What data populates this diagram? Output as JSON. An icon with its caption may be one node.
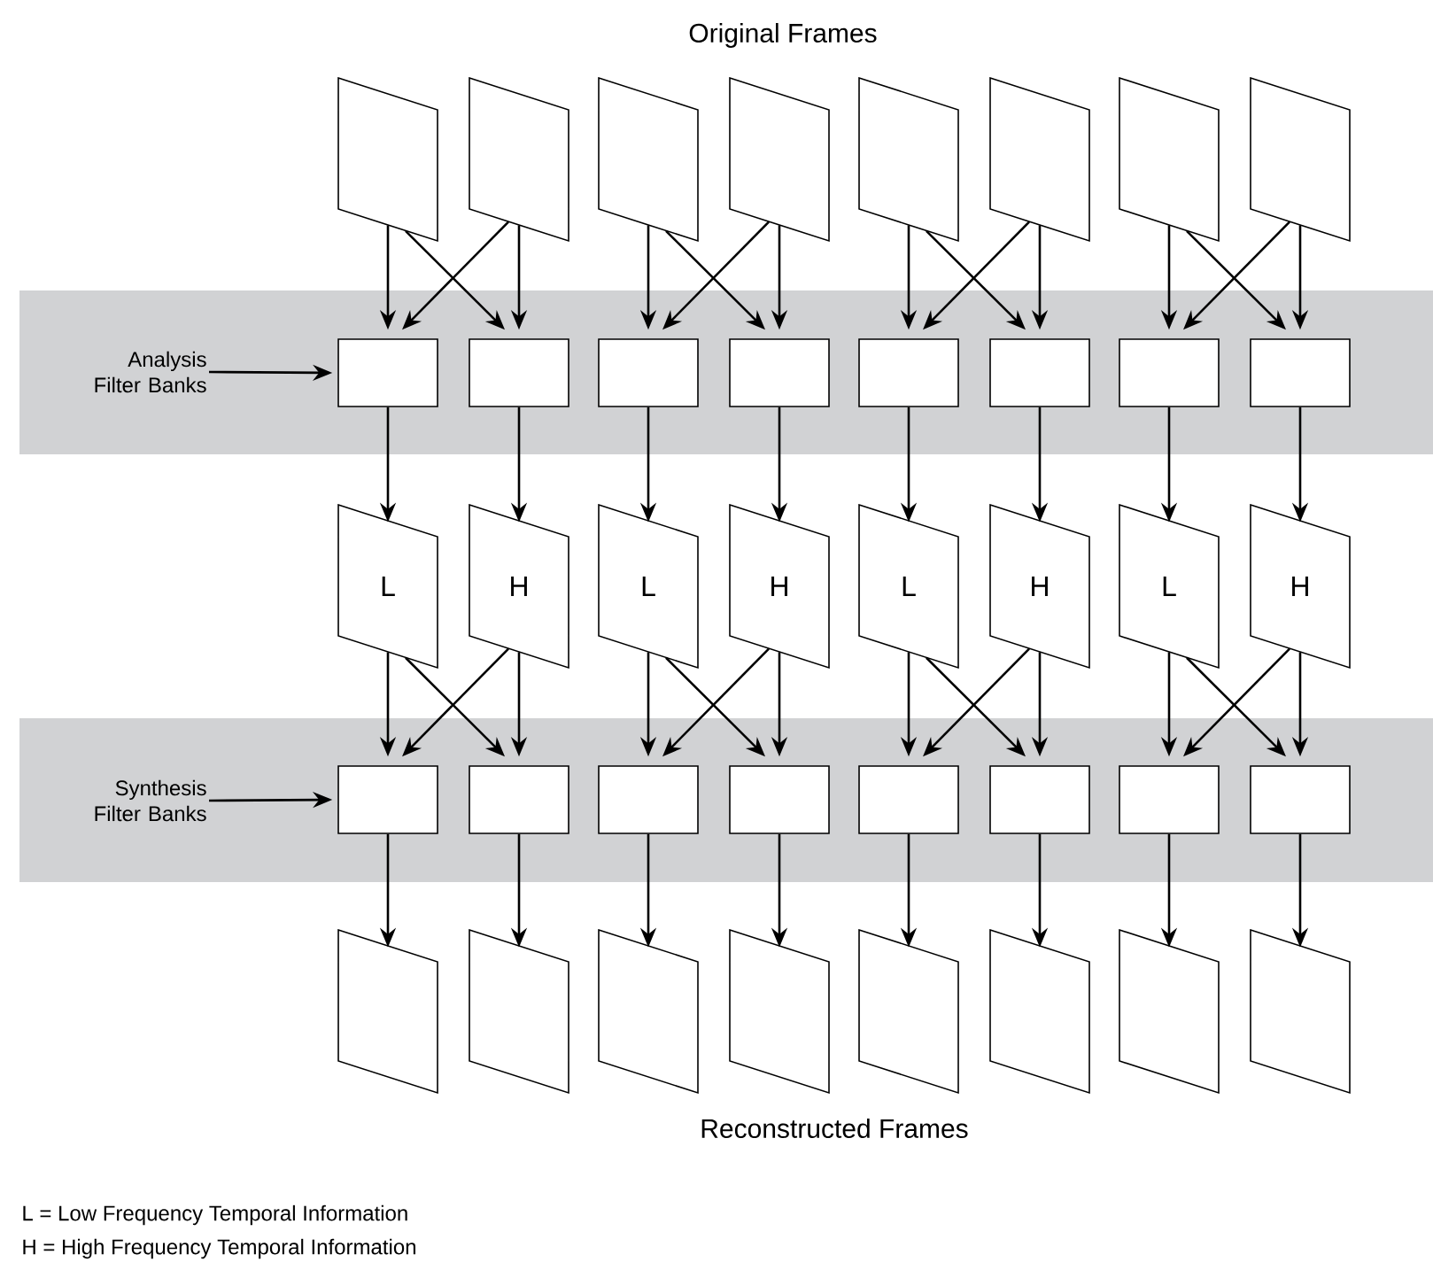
{
  "diagram": {
    "nodes": [
      {
        "text": [],
        "shape": "parallelogram"
      },
      {
        "text": [],
        "shape": "parallelogram"
      },
      {
        "text": [],
        "shape": "parallelogram"
      },
      {
        "text": [],
        "shape": "parallelogram"
      },
      {
        "text": [],
        "shape": "parallelogram"
      },
      {
        "text": [],
        "shape": "parallelogram"
      },
      {
        "text": [],
        "shape": "parallelogram"
      },
      {
        "text": [],
        "shape": "parallelogram"
      },
      {
        "text": [],
        "shape": "bar"
      },
      {
        "text": [
          "Analysis Filter Banks"
        ],
        "in": 8
      },
      {
        "text": [],
        "shape": "box",
        "in": 8
      },
      {
        "text": [],
        "shape": "box",
        "in": 8
      },
      {
        "text": [],
        "shape": "box",
        "in": 8
      },
      {
        "text": [],
        "shape": "box",
        "in": 8
      },
      {
        "text": [],
        "shape": "box",
        "in": 8
      },
      {
        "text": [],
        "shape": "box",
        "in": 8
      },
      {
        "text": [],
        "shape": "box",
        "in": 8
      },
      {
        "text": [],
        "shape": "box",
        "in": 8
      },
      {
        "text": [
          "L"
        ]
      },
      {
        "text": [
          "H"
        ]
      },
      {
        "text": [
          "L"
        ]
      },
      {
        "text": [
          "H"
        ]
      },
      {
        "text": [
          "L"
        ]
      },
      {
        "text": [
          "H"
        ]
      },
      {
        "text": [
          "L"
        ]
      },
      {
        "text": [
          "H"
        ]
      },
      {
        "text": [],
        "shape": "bar"
      },
      {
        "text": [
          "Synthesis Filter Banks"
        ],
        "in": 26
      },
      {
        "text": [],
        "shape": "box",
        "in": 26
      },
      {
        "text": [],
        "shape": "box",
        "in": 26
      },
      {
        "text": [],
        "shape": "box",
        "in": 26
      },
      {
        "text": [],
        "shape": "box",
        "in": 26
      },
      {
        "text": [],
        "shape": "box",
        "in": 26
      },
      {
        "text": [],
        "shape": "box",
        "in": 26
      },
      {
        "text": [],
        "shape": "box",
        "in": 26
      },
      {
        "text": [],
        "shape": "box",
        "in": 26
      },
      {
        "text": [],
        "shape": "parallelogram"
      },
      {
        "text": [],
        "shape": "parallelogram"
      },
      {
        "text": [],
        "shape": "parallelogram"
      },
      {
        "text": [],
        "shape": "parallelogram"
      },
      {
        "text": [],
        "shape": "parallelogram"
      },
      {
        "text": [],
        "shape": "parallelogram"
      },
      {
        "text": [],
        "shape": "parallelogram"
      },
      {
        "text": [],
        "shape": "parallelogram"
      }
    ],
    "edges": [
      {
        "from": 0,
        "to": 10,
        "arrow": "to"
      },
      {
        "from": 0,
        "to": 11,
        "arrow": "to"
      },
      {
        "from": 1,
        "to": 10,
        "arrow": "to"
      },
      {
        "from": 1,
        "to": 11,
        "arrow": "to"
      },
      {
        "from": 2,
        "to": 12,
        "arrow": "to"
      },
      {
        "from": 2,
        "to": 13,
        "arrow": "to"
      },
      {
        "from": 3,
        "to": 12,
        "arrow": "to"
      },
      {
        "from": 3,
        "to": 13,
        "arrow": "to"
      },
      {
        "from": 4,
        "to": 14,
        "arrow": "to"
      },
      {
        "from": 4,
        "to": 15,
        "arrow": "to"
      },
      {
        "from": 5,
        "to": 14,
        "arrow": "to"
      },
      {
        "from": 5,
        "to": 15,
        "arrow": "to"
      },
      {
        "from": 6,
        "to": 16,
        "arrow": "to"
      },
      {
        "from": 6,
        "to": 17,
        "arrow": "to"
      },
      {
        "from": 7,
        "to": 16,
        "arrow": "to"
      },
      {
        "from": 7,
        "to": 17,
        "arrow": "to"
      },
      {
        "from": 9,
        "to": 10,
        "arrow": "to"
      },
      {
        "from": 10,
        "to": 18,
        "arrow": "to"
      },
      {
        "from": 11,
        "to": 19,
        "arrow": "to"
      },
      {
        "from": 12,
        "to": 20,
        "arrow": "to"
      },
      {
        "from": 13,
        "to": 21,
        "arrow": "to"
      },
      {
        "from": 14,
        "to": 22,
        "arrow": "to"
      },
      {
        "from": 15,
        "to": 23,
        "arrow": "to"
      },
      {
        "from": 16,
        "to": 24,
        "arrow": "to"
      },
      {
        "from": 17,
        "to": 25,
        "arrow": "to"
      },
      {
        "from": 18,
        "to": 28,
        "arrow": "to"
      },
      {
        "from": 18,
        "to": 29,
        "arrow": "to"
      },
      {
        "from": 19,
        "to": 28,
        "arrow": "to"
      },
      {
        "from": 19,
        "to": 29,
        "arrow": "to"
      },
      {
        "from": 20,
        "to": 30,
        "arrow": "to"
      },
      {
        "from": 20,
        "to": 31,
        "arrow": "to"
      },
      {
        "from": 21,
        "to": 30,
        "arrow": "to"
      },
      {
        "from": 21,
        "to": 31,
        "arrow": "to"
      },
      {
        "from": 22,
        "to": 32,
        "arrow": "to"
      },
      {
        "from": 22,
        "to": 33,
        "arrow": "to"
      },
      {
        "from": 23,
        "to": 32,
        "arrow": "to"
      },
      {
        "from": 23,
        "to": 33,
        "arrow": "to"
      },
      {
        "from": 24,
        "to": 34,
        "arrow": "to"
      },
      {
        "from": 24,
        "to": 35,
        "arrow": "to"
      },
      {
        "from": 25,
        "to": 34,
        "arrow": "to"
      },
      {
        "from": 25,
        "to": 35,
        "arrow": "to"
      },
      {
        "from": 27,
        "to": 28,
        "arrow": "to"
      },
      {
        "from": 28,
        "to": 36,
        "arrow": "to"
      },
      {
        "from": 29,
        "to": 37,
        "arrow": "to"
      },
      {
        "from": 30,
        "to": 38,
        "arrow": "to"
      },
      {
        "from": 31,
        "to": 39,
        "arrow": "to"
      },
      {
        "from": 32,
        "to": 40,
        "arrow": "to"
      },
      {
        "from": 33,
        "to": 41,
        "arrow": "to"
      },
      {
        "from": 34,
        "to": 42,
        "arrow": "to"
      },
      {
        "from": 35,
        "to": 43,
        "arrow": "to"
      }
    ],
    "labels": [
      "Original Frames",
      "Reconstructed Frames",
      "L = Low Frequency Temporal Information",
      "H = High Frequency Temporal Information"
    ]
  }
}
